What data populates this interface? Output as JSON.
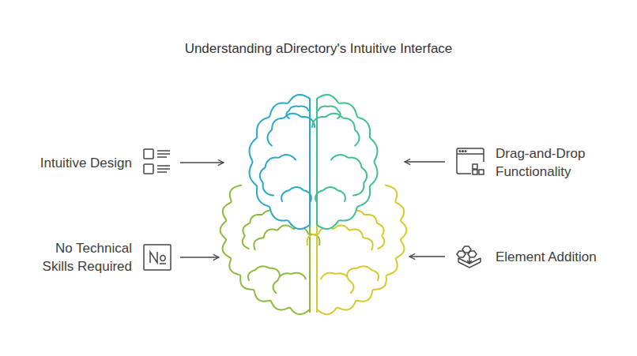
{
  "diagram": {
    "title": "Understanding aDirectory's Intuitive Interface",
    "labels": [
      "Intuitive Design",
      "No Technical Skills Required",
      "Drag-and-Drop Functionality",
      "Element Addition"
    ]
  }
}
